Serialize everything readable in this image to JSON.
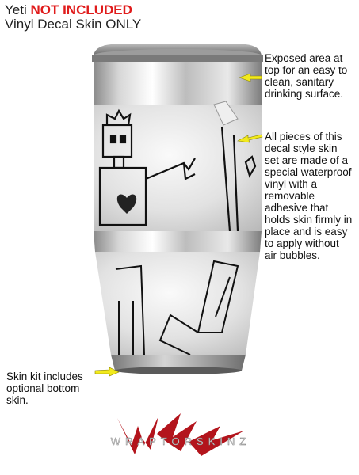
{
  "header": {
    "brand": "Yeti",
    "not_included": "NOT INCLUDED",
    "subtitle": "Vinyl Decal Skin ONLY"
  },
  "notes": {
    "top": "Exposed area at top for an easy to clean, sanitary drinking surface.",
    "middle": "All pieces of this decal style skin set are made of a special waterproof vinyl with a removable adhesive that holds skin firmly in place and is easy to apply without air bubbles.",
    "bottom": "Skin kit includes optional bottom skin."
  },
  "colors": {
    "arrow": "#f2ea1c",
    "accent_red": "#e01b1b",
    "logo_red": "#b3141c"
  },
  "logo": {
    "text": "WRAPTORSKINZ"
  }
}
